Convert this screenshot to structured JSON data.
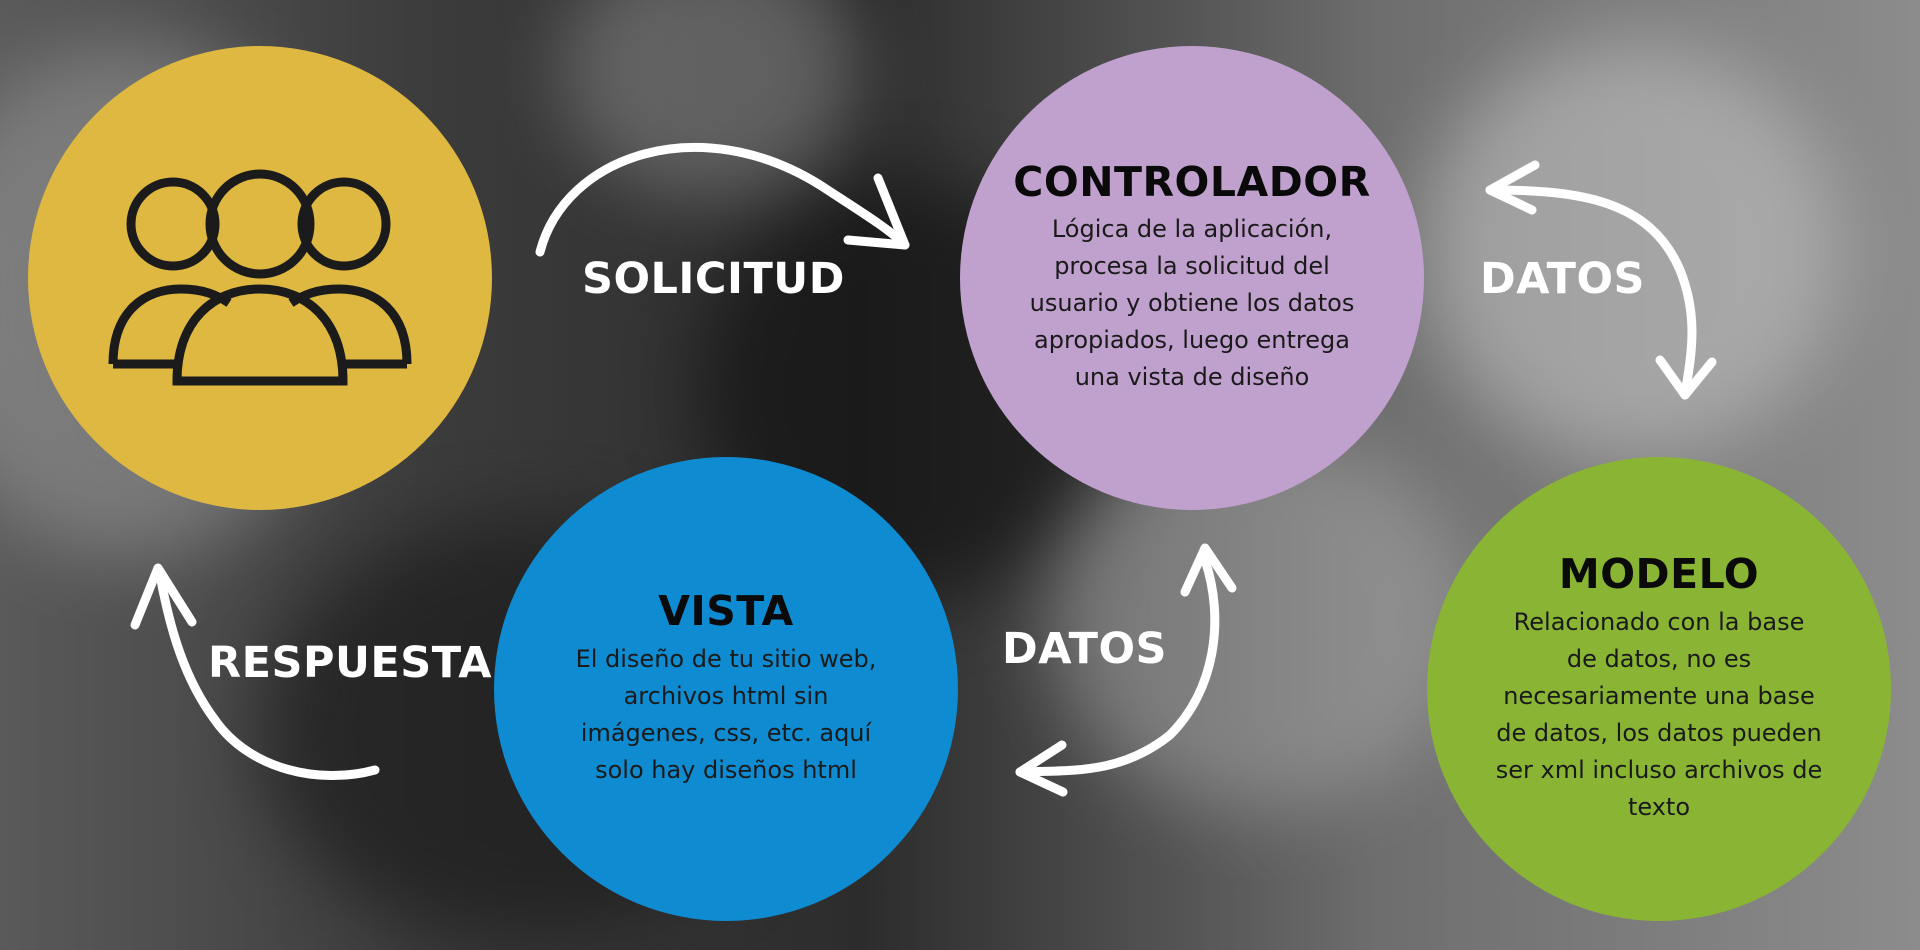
{
  "colors": {
    "users": "#DEB841",
    "controller": "#C0A1CE",
    "view": "#0F8BD1",
    "model": "#8AB534",
    "label_text": "#FFFFFF",
    "background": "#3a3a3a"
  },
  "users_node": {
    "icon": "users-group-icon"
  },
  "controller": {
    "title": "CONTROLADOR",
    "lines": [
      "Lógica de la aplicación,",
      "procesa la solicitud del",
      "usuario y obtiene los datos",
      "apropiados, luego entrega",
      "una vista de diseño"
    ]
  },
  "view": {
    "title": "VISTA",
    "lines": [
      "El diseño de tu sitio web,",
      "archivos html sin",
      "imágenes, css, etc. aquí",
      "solo hay diseños html"
    ]
  },
  "model": {
    "title": "MODELO",
    "lines": [
      "Relacionado con la base",
      "de datos, no es",
      "necesariamente una base",
      "de datos, los datos pueden",
      "ser xml incluso archivos de",
      "texto"
    ]
  },
  "edges": {
    "solicitud": "SOLICITUD",
    "datos_top": "DATOS",
    "datos_bottom": "DATOS",
    "respuesta": "RESPUESTA"
  }
}
